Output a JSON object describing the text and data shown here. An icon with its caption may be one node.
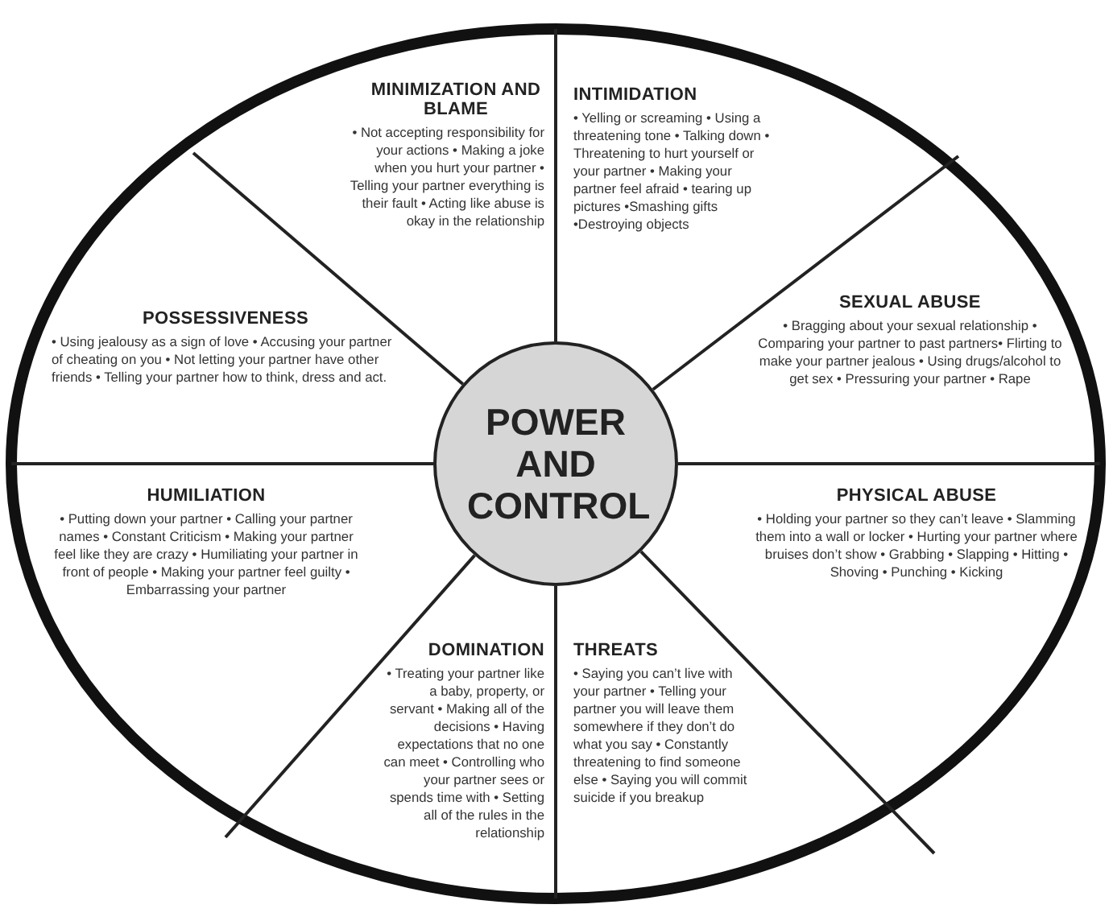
{
  "diagram": {
    "nodes": [
      {
        "text": [
          "MINIMIZATION AND BLAME",
          "• Not accepting responsibility for your actions • Making a joke when you hurt your partner • Telling your partner everything is their fault • Acting like abuse is okay in the relationship"
        ]
      },
      {
        "text": [
          "INTIMIDATION",
          "• Yelling or screaming • Using a threatening tone • Talking down • Threatening to hurt yourself or your partner • Making your partner feel afraid • tearing up pictures •Smashing gifts •Destroying objects"
        ]
      },
      {
        "text": [
          "POSSESSIVENESS",
          "• Using jealousy as a sign of love • Accusing your partner of cheating on you • Not letting your partner have other friends • Telling your partner how to think, dress and act."
        ]
      },
      {
        "text": [
          "SEXUAL ABUSE",
          "• Bragging about your sexual relationship • Comparing your partner to past partners• Flirting to make your partner jealous • Using drugs/alcohol to get sex • Pressuring your partner • Rape"
        ]
      },
      {
        "text": [
          "POWER AND CONTROL"
        ]
      },
      {
        "text": [
          "HUMILIATION",
          "• Putting down your partner • Calling your partner names • Constant Criticism • Making your partner feel like they are crazy • Humiliating your partner in front of people • Making your partner feel guilty • Embarrassing your partner"
        ]
      },
      {
        "text": [
          "PHYSICAL ABUSE",
          "• Holding your partner so they can’t leave • Slamming them into a wall or locker • Hurting your partner where bruises don’t show • Grabbing • Slapping • Hitting • Shoving • Punching • Kicking"
        ]
      },
      {
        "text": [
          "DOMINATION",
          "• Treating your partner like a baby, property, or servant • Making all of the decisions • Having expectations that no one can meet • Controlling who your partner sees or spends time with • Setting all of the rules in the relationship"
        ]
      },
      {
        "text": [
          "THREATS",
          "• Saying you can’t live with your partner • Telling your partner you will leave them somewhere if they don’t do what you say • Constantly threatening to find someone else • Saying you will commit suicide if you breakup"
        ]
      }
    ]
  }
}
